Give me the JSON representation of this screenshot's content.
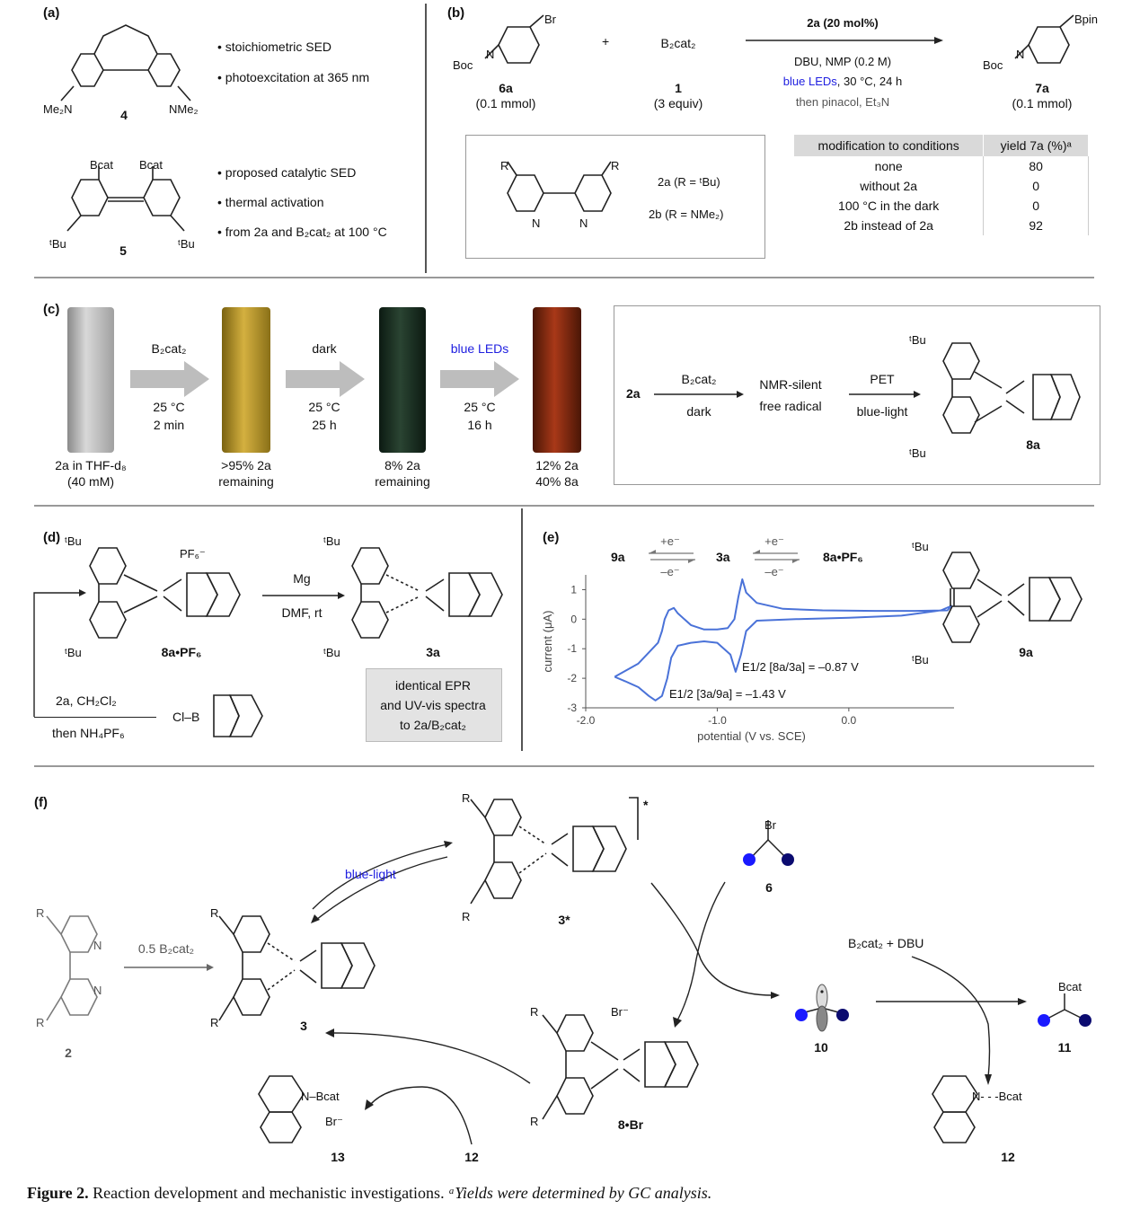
{
  "panels": {
    "a": "(a)",
    "b": "(b)",
    "c": "(c)",
    "d": "(d)",
    "e": "(e)",
    "f": "(f)"
  },
  "a": {
    "cmpd4_label": "4",
    "cmpd4_nme2_left": "Me₂N",
    "cmpd4_nme2_right": "NMe₂",
    "bullets4": [
      "• stoichiometric SED",
      "• photoexcitation at 365 nm"
    ],
    "cmpd5_label": "5",
    "bcat1": "Bcat",
    "bcat2": "Bcat",
    "tbu_left": "ᵗBu",
    "tbu_right": "ᵗBu",
    "bullets5": [
      "• proposed catalytic SED",
      "• thermal activation",
      "• from 2a and B₂cat₂ at 100 °C"
    ]
  },
  "b": {
    "br": "Br",
    "boc1": "Boc",
    "n1": "N",
    "sm_label": "6a",
    "sm_amount": "(0.1 mmol)",
    "plus": "+",
    "reagent": "B₂cat₂",
    "reagent_label": "1",
    "reagent_amount": "(3 equiv)",
    "cond_top": "2a (20 mol%)",
    "cond1": "DBU, NMP (0.2 M)",
    "cond2_blue": "blue LEDs",
    "cond2_rest": ", 30 °C, 24 h",
    "cond3": "then pinacol, Et₃N",
    "bpin": "Bpin",
    "boc2": "Boc",
    "n2": "N",
    "prod_label": "7a",
    "prod_amount": "(0.1 mmol)",
    "bipy_R1": "R",
    "bipy_R2": "R",
    "bipy_N1": "N",
    "bipy_N2": "N",
    "bipy_2a": "2a (R = ᵗBu)",
    "bipy_2b": "2b (R = NMe₂)",
    "table_headers": [
      "modification to conditions",
      "yield 7a (%)ᵃ"
    ],
    "table_rows": [
      [
        "none",
        "80"
      ],
      [
        "without 2a",
        "0"
      ],
      [
        "100 °C in the dark",
        "0"
      ],
      [
        "2b instead of 2a",
        "92"
      ]
    ]
  },
  "c": {
    "tube1_l1": "2a in THF-d₈",
    "tube1_l2": "(40 mM)",
    "arrow1_top": "B₂cat₂",
    "arrow1_b1": "25 °C",
    "arrow1_b2": "2 min",
    "tube2_l1": ">95% 2a",
    "tube2_l2": "remaining",
    "arrow2_top": "dark",
    "arrow2_b1": "25 °C",
    "arrow2_b2": "25 h",
    "tube3_l1": "8% 2a",
    "tube3_l2": "remaining",
    "arrow3_top": "blue LEDs",
    "arrow3_b1": "25 °C",
    "arrow3_b2": "16 h",
    "tube4_l1": "12% 2a",
    "tube4_l2": "40% 8a",
    "box_start": "2a",
    "box_arrow1_top": "B₂cat₂",
    "box_arrow1_bot": "dark",
    "box_mid1": "NMR-silent",
    "box_mid2": "free radical",
    "box_arrow2_top": "PET",
    "box_arrow2_bot": "blue-light",
    "box_tbu1": "ᵗBu",
    "box_tbu2": "ᵗBu",
    "box_prod": "8a"
  },
  "d": {
    "tbu1": "ᵗBu",
    "tbu2": "ᵗBu",
    "pf6": "PF₆⁻",
    "sm_label": "8a•PF₆",
    "arrow_top": "Mg",
    "arrow_bot": "DMF, rt",
    "tbu3": "ᵗBu",
    "tbu4": "ᵗBu",
    "prod_label": "3a",
    "reag1": "2a, CH₂Cl₂",
    "reag2": "then NH₄PF₆",
    "clb": "Cl–B",
    "note": [
      "identical EPR",
      "and UV-vis spectra",
      "to 2a/B₂cat₂"
    ]
  },
  "e": {
    "sp1": "9a",
    "sp2": "3a",
    "sp3": "8a•PF₆",
    "e_plus": "+e⁻",
    "e_minus": "–e⁻",
    "e12_1": "E1/2 [8a/3a] = –0.87 V",
    "e12_2": "E1/2 [3a/9a] = –1.43 V",
    "tbu1": "ᵗBu",
    "tbu2": "ᵗBu",
    "mol_label": "9a"
  },
  "chart_data": {
    "type": "line",
    "title": "",
    "xlabel": "potential (V vs. SCE)",
    "ylabel": "current (μA)",
    "xlim": [
      -2.0,
      0.8
    ],
    "ylim": [
      -3,
      1.5
    ],
    "xticks": [
      "-2.0",
      "-1.0",
      "0.0"
    ],
    "yticks": [
      "1",
      "0",
      "-1",
      "-2",
      "-3"
    ],
    "series": [
      {
        "color": "#4a72d8",
        "x": [
          -1.78,
          -1.6,
          -1.45,
          -1.42,
          -1.4,
          -1.37,
          -1.33,
          -1.3,
          -1.2,
          -1.1,
          -1.0,
          -0.92,
          -0.87,
          -0.84,
          -0.81,
          -0.78,
          -0.7,
          -0.5,
          -0.2,
          0.2,
          0.5,
          0.75,
          0.78,
          0.7,
          0.4,
          0.0,
          -0.4,
          -0.7,
          -0.78,
          -0.82,
          -0.86,
          -0.9,
          -1.0,
          -1.1,
          -1.2,
          -1.3,
          -1.35,
          -1.38,
          -1.42,
          -1.47,
          -1.52,
          -1.6,
          -1.7,
          -1.78
        ],
        "y": [
          -1.95,
          -1.5,
          -0.8,
          -0.4,
          0.0,
          0.3,
          0.38,
          0.2,
          -0.2,
          -0.35,
          -0.35,
          -0.3,
          0.0,
          0.75,
          1.35,
          0.9,
          0.55,
          0.35,
          0.3,
          0.28,
          0.28,
          0.3,
          0.45,
          0.3,
          0.12,
          0.05,
          0.0,
          -0.05,
          -0.4,
          -1.2,
          -1.78,
          -1.2,
          -0.8,
          -0.75,
          -0.8,
          -0.9,
          -1.3,
          -2.0,
          -2.6,
          -2.75,
          -2.6,
          -2.3,
          -2.1,
          -1.95
        ]
      }
    ]
  },
  "f": {
    "cmpd2_R1": "R",
    "cmpd2_R2": "R",
    "cmpd2_N1": "N",
    "cmpd2_N2": "N",
    "cmpd2_label": "2",
    "arrow_reag": "0.5 B₂cat₂",
    "cmpd3_R1": "R",
    "cmpd3_R2": "R",
    "cmpd3_label": "3",
    "blue_light": "blue-light",
    "cmpd3s_R1": "R",
    "cmpd3s_R2": "R",
    "cmpd3s_label": "3*",
    "star": "*",
    "br6": "Br",
    "cmpd6_label": "6",
    "cmpd8_R1": "R",
    "cmpd8_R2": "R",
    "br_minus": "Br⁻",
    "cmpd8_label": "8•Br",
    "cmpd10_label": "10",
    "b2cat2_dbu": "B₂cat₂ + DBU",
    "bcat11": "Bcat",
    "cmpd11_label": "11",
    "cmpd12_bcat": "N- - -Bcat",
    "cmpd12_label": "12",
    "cmpd13_bcat": "N–Bcat",
    "cmpd13_br": "Br⁻",
    "cmpd13_label": "13",
    "cmpd12b_label": "12"
  },
  "caption": {
    "bold": "Figure 2.",
    "text": " Reaction development and mechanistic investigations. ",
    "foot": "ᵃYields were determined by GC analysis."
  },
  "colors": {
    "blue_led": "#2020e0",
    "cv_trace": "#4a72d8",
    "sphere_light": "#1a1aff",
    "sphere_dark": "#0b0b70"
  }
}
